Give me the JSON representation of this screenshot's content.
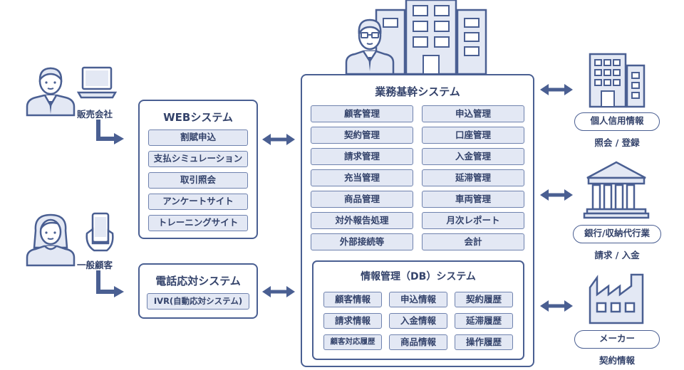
{
  "actors": {
    "sales_company": "販売会社",
    "general_customer": "一般顧客"
  },
  "web_system": {
    "title": "WEBシステム",
    "items": [
      "割賦申込",
      "支払シミュレーション",
      "取引照会",
      "アンケートサイト",
      "トレーニングサイト"
    ]
  },
  "phone_system": {
    "title": "電話応対システム",
    "items": [
      "IVR(自動応対システム)"
    ]
  },
  "core_system": {
    "title": "業務基幹システム",
    "left_items": [
      "顧客管理",
      "契約管理",
      "請求管理",
      "充当管理",
      "商品管理",
      "対外報告処理",
      "外部接続等"
    ],
    "right_items": [
      "申込管理",
      "口座管理",
      "入金管理",
      "延滞管理",
      "車両管理",
      "月次レポート",
      "会計"
    ]
  },
  "db_system": {
    "title": "情報管理（DB）システム",
    "items": [
      "顧客情報",
      "申込情報",
      "契約履歴",
      "請求情報",
      "入金情報",
      "延滞履歴",
      "顧客対応履歴",
      "商品情報",
      "操作履歴"
    ]
  },
  "externals": [
    {
      "name": "個人信用情報",
      "action": "照会 / 登録",
      "icon": "office-building-icon"
    },
    {
      "name": "銀行/収納代行業",
      "action": "請求 / 入金",
      "icon": "bank-icon"
    },
    {
      "name": "メーカー",
      "action": "契約情報",
      "icon": "factory-icon"
    }
  ],
  "colors": {
    "primary": "#4a5f92",
    "fill": "#e3e8f4",
    "text": "#34436b"
  }
}
